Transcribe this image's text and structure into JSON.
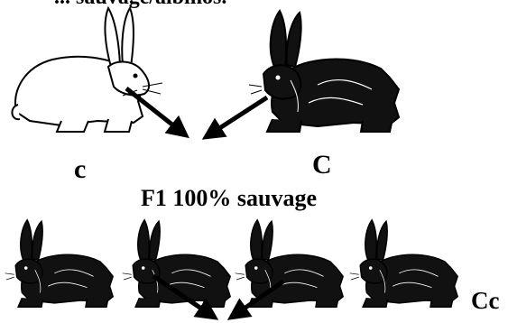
{
  "header": {
    "text": "... sauvage/albinos."
  },
  "parents": {
    "left_label": "c",
    "right_label": "C"
  },
  "f1": {
    "label": "F1  100% sauvage",
    "genotype_label": "Cc"
  },
  "colors": {
    "ink": "#000000",
    "paper": "#ffffff"
  },
  "icons": [
    "albino-rabbit-icon",
    "wild-rabbit-icon",
    "arrow-icon"
  ]
}
